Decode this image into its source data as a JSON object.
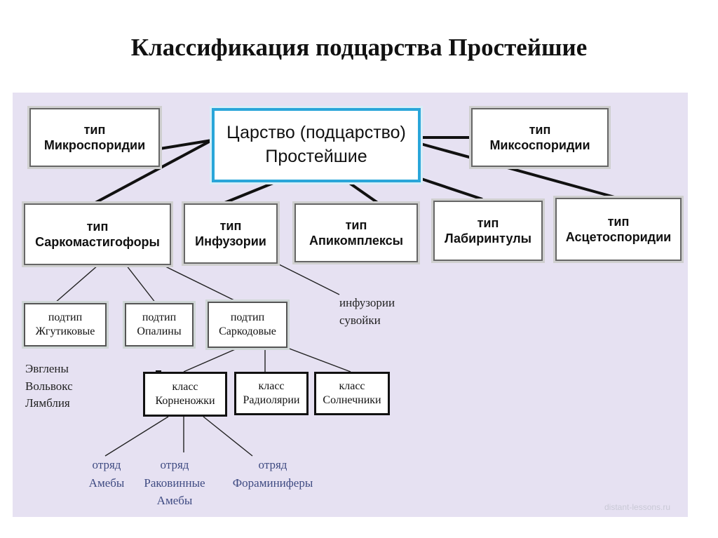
{
  "slide_title": "Классификация подцарства Простейшие",
  "root": {
    "line1": "Царство (подцарство)",
    "line2": "Простейшие"
  },
  "types": {
    "mikrosporidii": {
      "rank": "тип",
      "name": "Микроспоридии"
    },
    "miksosporidii": {
      "rank": "тип",
      "name": "Миксоспоридии"
    },
    "sarkomastigofory": {
      "rank": "тип",
      "name": "Саркомастигофоры"
    },
    "infuzorii": {
      "rank": "тип",
      "name": "Инфузории"
    },
    "apikompleksy": {
      "rank": "тип",
      "name": "Апикомплексы"
    },
    "labirintuly": {
      "rank": "тип",
      "name": "Лабиринтулы"
    },
    "ascetosporidii": {
      "rank": "тип",
      "name": "Асцетоспоридии"
    }
  },
  "subtypes": {
    "zhgutikovye": {
      "rank": "подтип",
      "name": "Жгутиковые"
    },
    "opaliny": {
      "rank": "подтип",
      "name": "Опалины"
    },
    "sarkodovye": {
      "rank": "подтип",
      "name": "Саркодовые"
    }
  },
  "classes": {
    "korneno": {
      "rank": "класс",
      "name": "Корненожки"
    },
    "radiolyarii": {
      "rank": "класс",
      "name": "Радиолярии"
    },
    "solnechniki": {
      "rank": "класс",
      "name": "Солнечники"
    }
  },
  "examples": {
    "infuzorii": [
      "инфузории",
      "сувойки"
    ],
    "zhgutikovye": [
      "Эвглены",
      "Вольвокс",
      "Лямблия"
    ]
  },
  "orders": {
    "ameby": {
      "rank": "отряд",
      "name": "Амебы"
    },
    "rakovinnye": {
      "rank": "отряд",
      "name": "Раковинные",
      "name2": "Амебы"
    },
    "foraminifery": {
      "rank": "отряд",
      "name": "Фораминиферы"
    }
  },
  "watermark": "distant-lessons.ru",
  "colors": {
    "panel": "#e6e1f2",
    "root_border": "#2aa6d9",
    "order_text": "#3f4b82"
  }
}
